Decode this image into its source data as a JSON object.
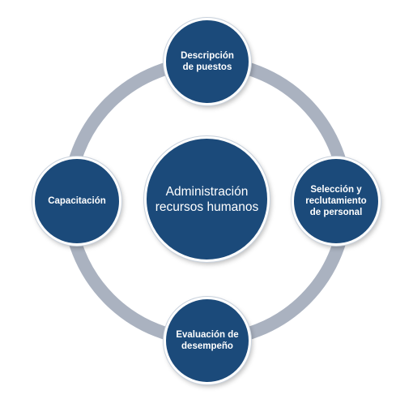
{
  "diagram": {
    "center": "Administración recursos humanos",
    "top": "Descripción de puestos",
    "right": "Selección y reclutamiento de personal",
    "bottom": "Evaluación de desempeño",
    "left": "Capacitación"
  },
  "colors": {
    "node_fill": "#1b4a7a",
    "ring": "#aab2c0",
    "background": "#ffffff"
  }
}
